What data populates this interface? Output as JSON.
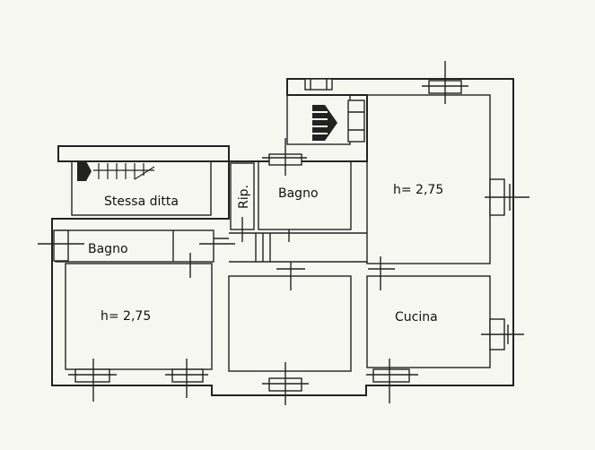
{
  "labels": {
    "stessa_ditta": "Stessa ditta",
    "rip": "Rip.",
    "bagno_upper": "Bagno",
    "bagno_left": "Bagno",
    "room_top_right_height": "h= 2,75",
    "room_bottom_left_height": "h= 2,75",
    "cucina": "Cucina"
  }
}
